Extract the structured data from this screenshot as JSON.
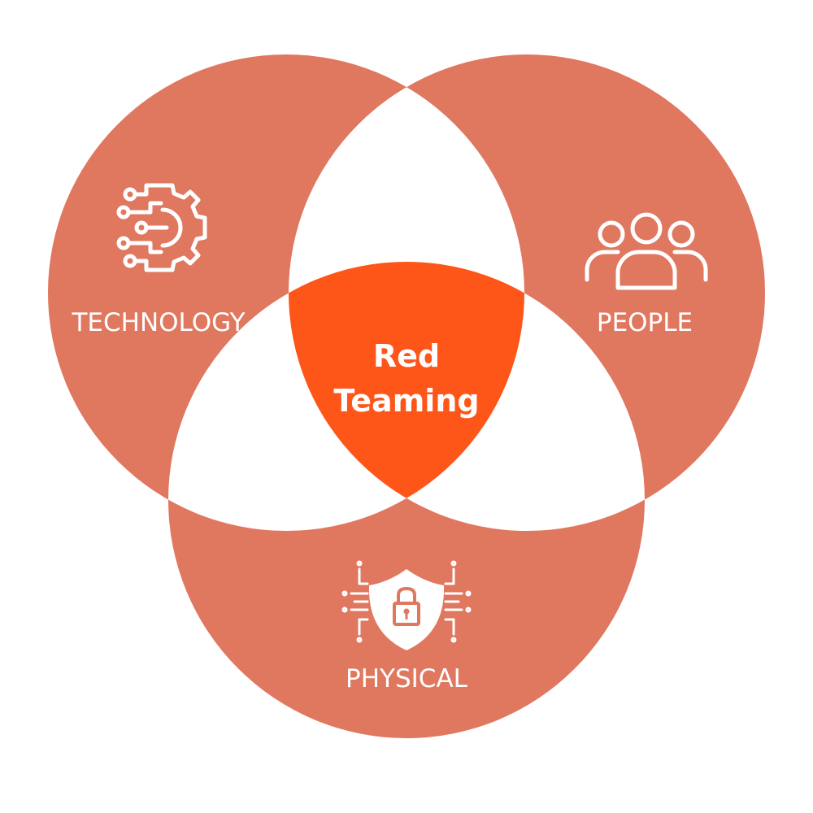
{
  "diagram": {
    "type": "venn",
    "colors": {
      "set": "#E0775F",
      "pair_overlap": "#FFFFFF",
      "center": "#FE5519"
    },
    "sets": [
      {
        "label": "TECHNOLOGY",
        "icon": "gear-circuit-icon"
      },
      {
        "label": "PEOPLE",
        "icon": "people-group-icon"
      },
      {
        "label": "PHYSICAL",
        "icon": "shield-lock-icon"
      }
    ],
    "center": {
      "line1": "Red",
      "line2": "Teaming"
    }
  }
}
